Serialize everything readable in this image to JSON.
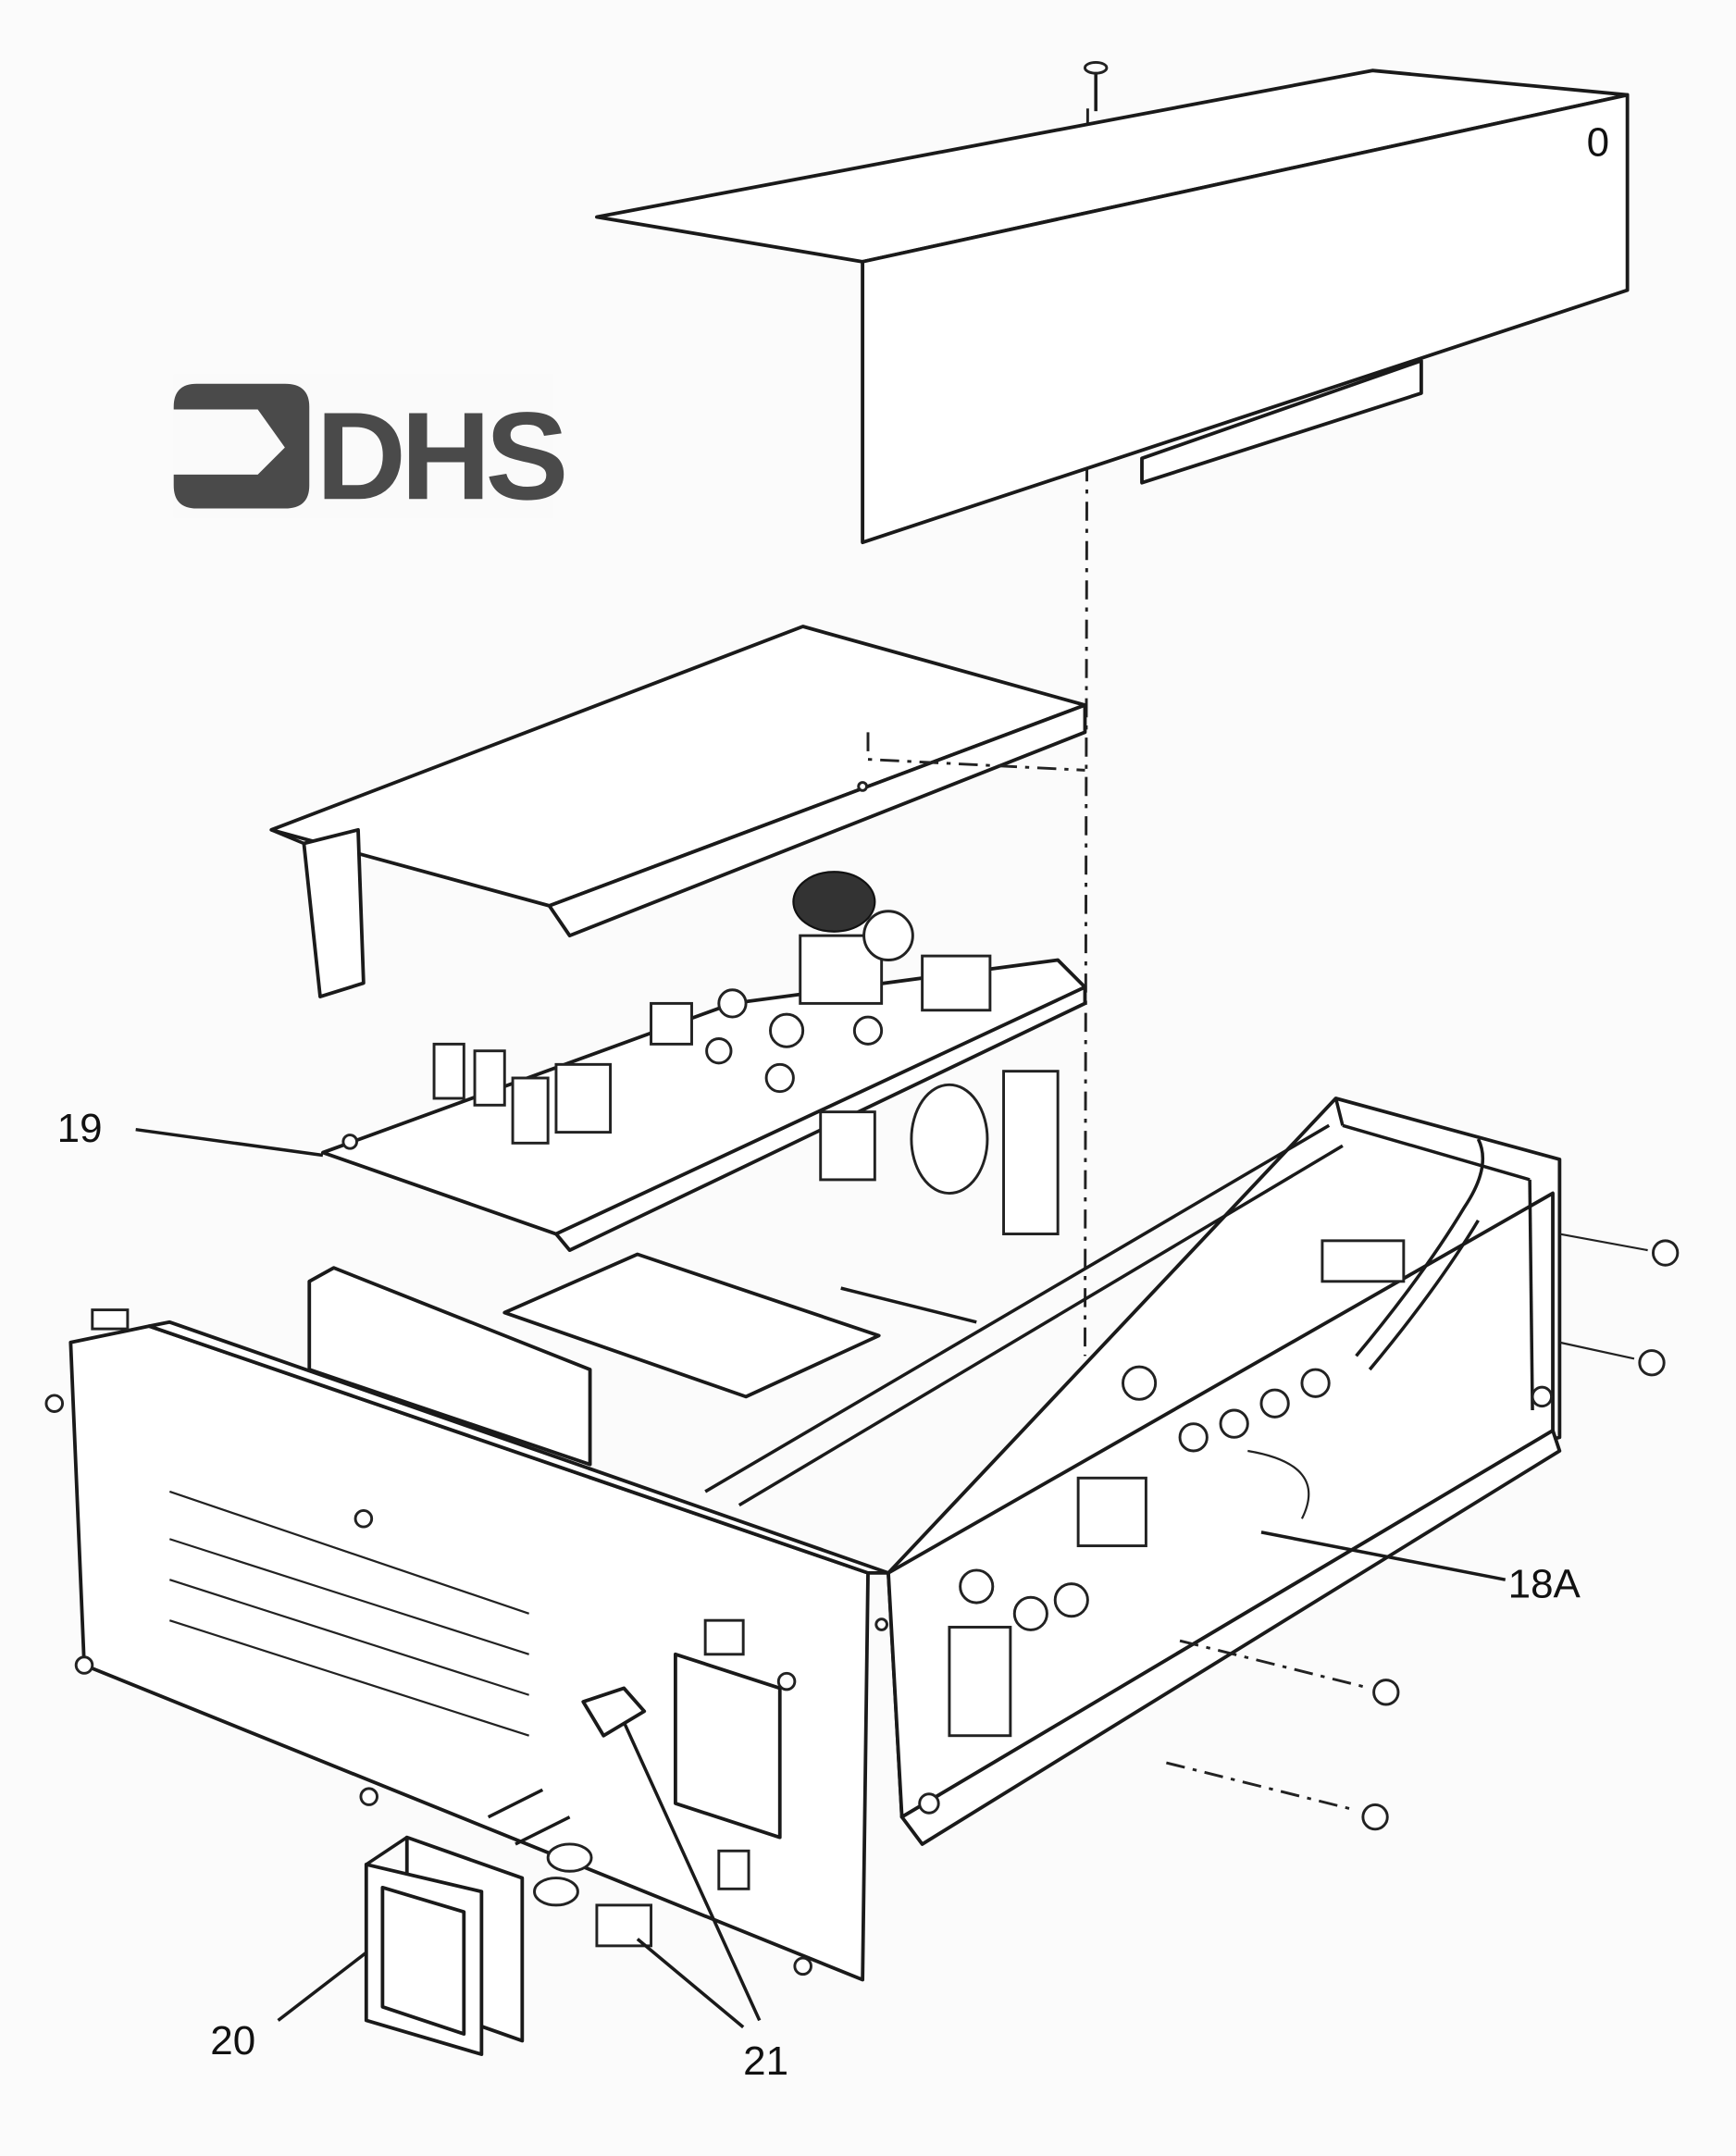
{
  "logo": {
    "text": "DHS"
  },
  "callouts": {
    "pcb": "19",
    "wiring": "18A",
    "rocker_switch": "20",
    "fuse_holders": "21"
  },
  "cover_mark": "0"
}
